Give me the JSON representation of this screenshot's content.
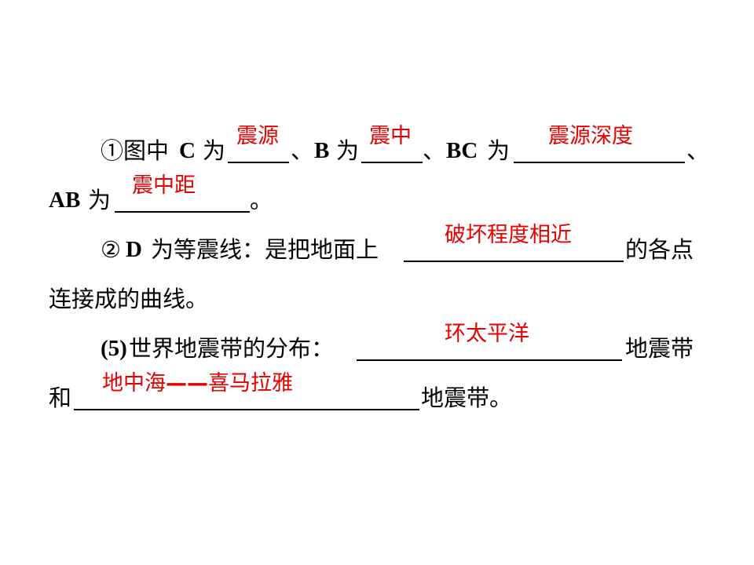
{
  "colors": {
    "text": "#000000",
    "answer": "#e60000",
    "background": "#ffffff"
  },
  "q1": {
    "marker": "①图中",
    "c_letter": "C",
    "wei": "为",
    "c_answer": "震源",
    "b_sep": "、",
    "b_letter": "B",
    "b_answer": "震中",
    "bc_sep": "、",
    "bc_letter": "BC",
    "bc_answer": "震源深度",
    "end_sep": "、",
    "ab_letter": "AB",
    "ab_answer": "震中距",
    "period": "。"
  },
  "q2": {
    "marker": "②",
    "d_letter": "D",
    "text_before": "为等震线：是把地面上",
    "answer": "破坏程度相近",
    "text_after": "的各点",
    "line2": "连接成的曲线。"
  },
  "q5": {
    "number": "(5)",
    "text_before": "世界地震带的分布：",
    "answer1": "环太平洋",
    "text_after1": "地震带",
    "he": "和",
    "answer2_part1": "地中海",
    "answer2_dash": "——",
    "answer2_part2": "喜马拉雅",
    "text_after2": "地震带。"
  }
}
